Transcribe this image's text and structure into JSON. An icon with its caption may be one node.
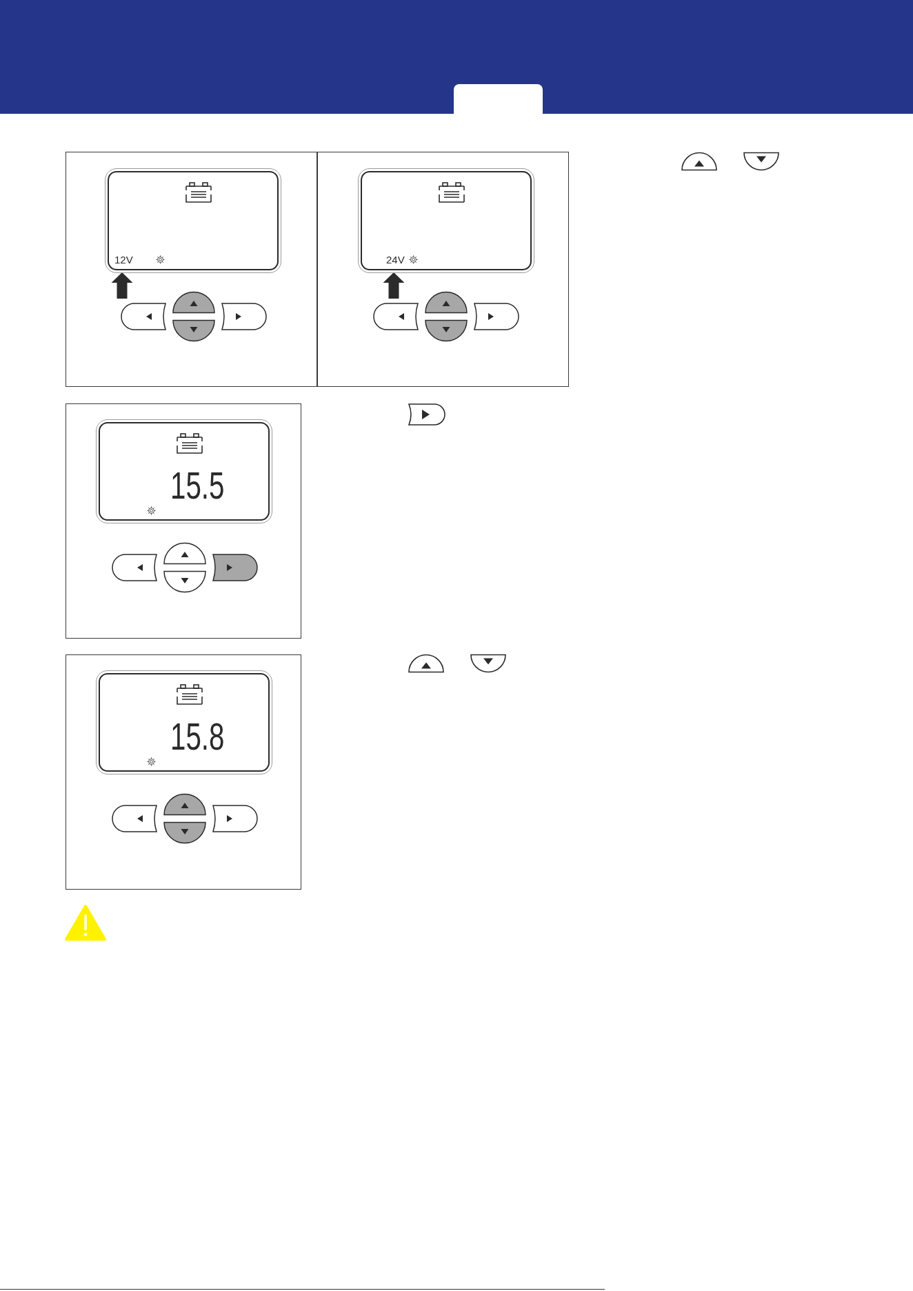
{
  "diagram": {
    "nodes": [
      {
        "text": [],
        "shape": "box"
      },
      {
        "text": [
          "12V"
        ],
        "in": 0
      },
      {
        "text": [],
        "shape": "box"
      },
      {
        "text": [
          "24V"
        ],
        "in": 2
      },
      {
        "text": [],
        "shape": "box"
      },
      {
        "text": [
          "15.5"
        ],
        "in": 4
      },
      {
        "text": [],
        "shape": "box"
      },
      {
        "text": [
          "15.8"
        ],
        "in": 6
      }
    ],
    "edges": [
      {
        "from": null,
        "to": 1,
        "arrow": "to"
      },
      {
        "from": null,
        "to": 3,
        "arrow": "to"
      }
    ]
  }
}
